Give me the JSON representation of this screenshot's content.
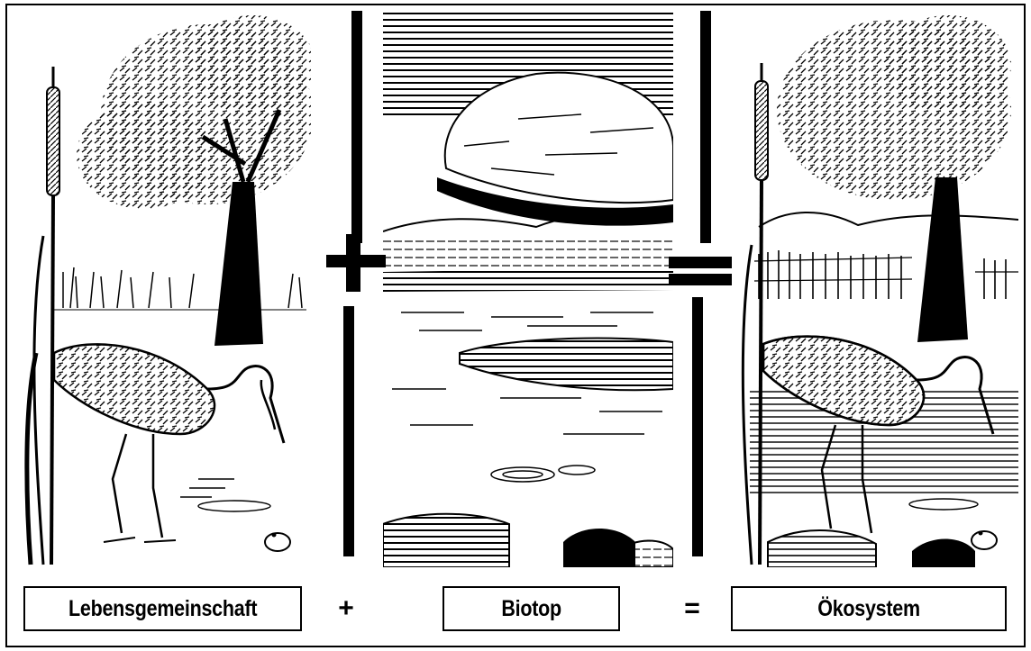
{
  "labels": {
    "community": "Lebensgemeinschaft",
    "biotope": "Biotop",
    "ecosystem": "Ökosystem"
  },
  "operators": {
    "plus": "+",
    "equals": "="
  },
  "colors": {
    "ink": "#000000",
    "paper": "#ffffff"
  }
}
